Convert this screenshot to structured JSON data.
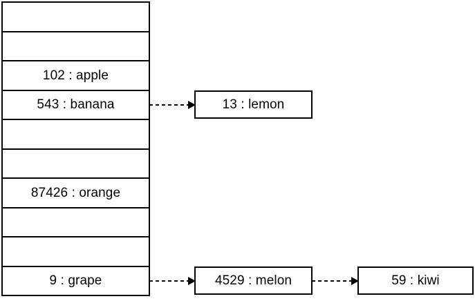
{
  "diagram": {
    "type": "hash-table-separate-chaining",
    "bucket_table": {
      "name": "bucket-array",
      "slot_count": 10,
      "slots": [
        {
          "index": 0,
          "label": "",
          "empty": true
        },
        {
          "index": 1,
          "label": "",
          "empty": true
        },
        {
          "index": 2,
          "label": "102 : apple",
          "key": "102",
          "value": "apple",
          "empty": false
        },
        {
          "index": 3,
          "label": "543 : banana",
          "key": "543",
          "value": "banana",
          "empty": false
        },
        {
          "index": 4,
          "label": "",
          "empty": true
        },
        {
          "index": 5,
          "label": "",
          "empty": true
        },
        {
          "index": 6,
          "label": "87426 : orange",
          "key": "87426",
          "value": "orange",
          "empty": false
        },
        {
          "index": 7,
          "label": "",
          "empty": true
        },
        {
          "index": 8,
          "label": "",
          "empty": true
        },
        {
          "index": 9,
          "label": "9 : grape",
          "key": "9",
          "value": "grape",
          "empty": false
        }
      ]
    },
    "nodes": [
      {
        "id": "lemon",
        "label": "13 : lemon",
        "key": "13",
        "value": "lemon"
      },
      {
        "id": "melon",
        "label": "4529 : melon",
        "key": "4529",
        "value": "melon"
      },
      {
        "id": "kiwi",
        "label": "59 : kiwi",
        "key": "59",
        "value": "kiwi"
      }
    ],
    "connectors": [
      {
        "id": "banana-lemon",
        "from": "543 : banana",
        "to": "13 : lemon",
        "style": "dashed",
        "arrowhead": "solid-triangle"
      },
      {
        "id": "grape-melon",
        "from": "9 : grape",
        "to": "4529 : melon",
        "style": "dashed",
        "arrowhead": "solid-triangle"
      },
      {
        "id": "melon-kiwi",
        "from": "4529 : melon",
        "to": "59 : kiwi",
        "style": "dashed",
        "arrowhead": "solid-triangle"
      }
    ],
    "colors": {
      "stroke": "#000000",
      "fill": "#ffffff",
      "text": "#000000"
    }
  }
}
